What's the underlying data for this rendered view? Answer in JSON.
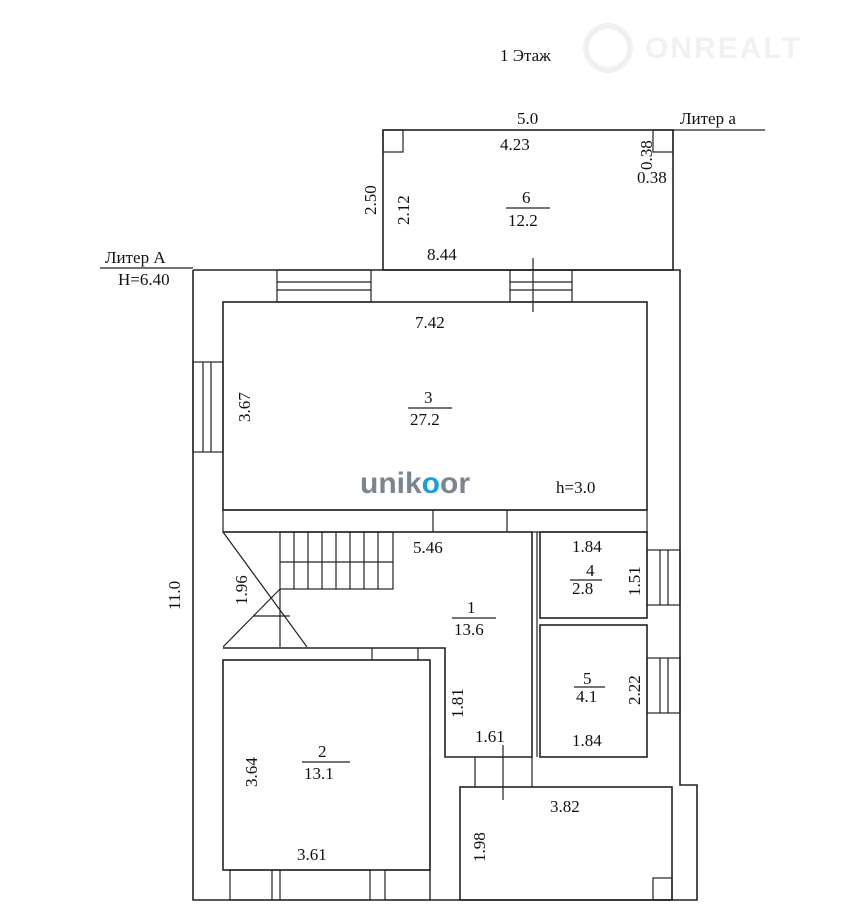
{
  "title": "1 Этаж",
  "watermark": "ONREALT",
  "logo": {
    "part1": "unik",
    "o_accent": "o",
    "part2": "or",
    "brand_color": "#1aa0d8",
    "text_color": "#7a8590"
  },
  "liters": {
    "annex": "Литер а",
    "main": "Литер А",
    "main_height": "H=6.40"
  },
  "annex_dims": {
    "width_outer": "5.0",
    "width_inner": "4.23",
    "corner_a": "0.38",
    "corner_b": "0.38",
    "height_outer": "2.50",
    "height_inner": "2.12",
    "base": "8.44"
  },
  "overall_height": "11.0",
  "rooms": [
    {
      "number": "6",
      "area": "12.2"
    },
    {
      "number": "3",
      "area": "27.2"
    },
    {
      "number": "1",
      "area": "13.6"
    },
    {
      "number": "4",
      "area": "2.8"
    },
    {
      "number": "5",
      "area": "4.1"
    },
    {
      "number": "2",
      "area": "13.1"
    }
  ],
  "dims": {
    "r3_width": "7.42",
    "r3_height": "3.67",
    "ceiling": "h=3.0",
    "r1_width": "5.46",
    "stair": "1.96",
    "r1_side": "1.81",
    "r1_bottom": "1.61",
    "r4_width": "1.84",
    "r4_height": "1.51",
    "r5_height": "2.22",
    "r5_width": "1.84",
    "r2_height": "3.64",
    "r2_width": "3.61",
    "r7_width": "3.82",
    "r7_height": "1.98"
  }
}
